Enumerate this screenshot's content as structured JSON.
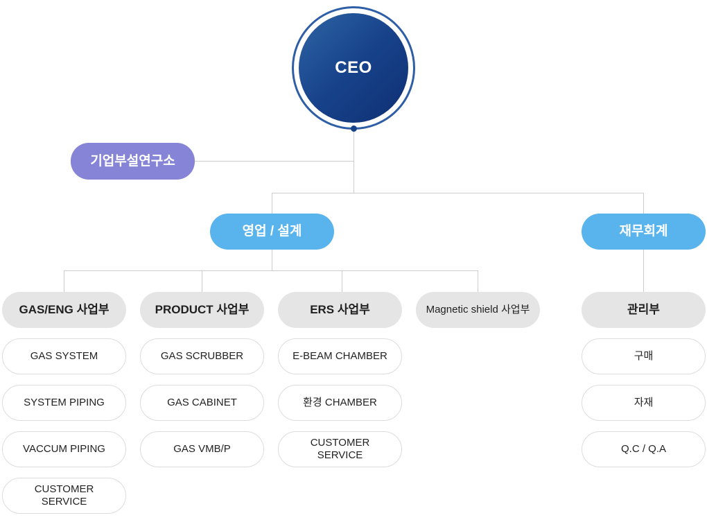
{
  "ceo": "CEO",
  "lab": "기업부설연구소",
  "departments": {
    "sales": "영업 / 설계",
    "finance": "재무회계"
  },
  "divisions": {
    "gas_eng": {
      "title": "GAS/ENG 사업부",
      "items": [
        "GAS SYSTEM",
        "SYSTEM PIPING",
        "VACCUM PIPING",
        "CUSTOMER\nSERVICE"
      ]
    },
    "product": {
      "title": "PRODUCT 사업부",
      "items": [
        "GAS SCRUBBER",
        "GAS CABINET",
        "GAS VMB/P"
      ]
    },
    "ers": {
      "title": "ERS 사업부",
      "items": [
        "E-BEAM CHAMBER",
        "환경 CHAMBER",
        "CUSTOMER\nSERVICE"
      ]
    },
    "magnetic": {
      "title": "Magnetic shield 사업부"
    },
    "admin": {
      "title": "관리부",
      "items": [
        "구매",
        "자재",
        "Q.C / Q.A"
      ]
    }
  },
  "colors": {
    "ceo": "#17428a",
    "lab": "#8684d6",
    "department": "#59b3ec",
    "division": "#e5e5e5",
    "line": "#cccccc"
  }
}
